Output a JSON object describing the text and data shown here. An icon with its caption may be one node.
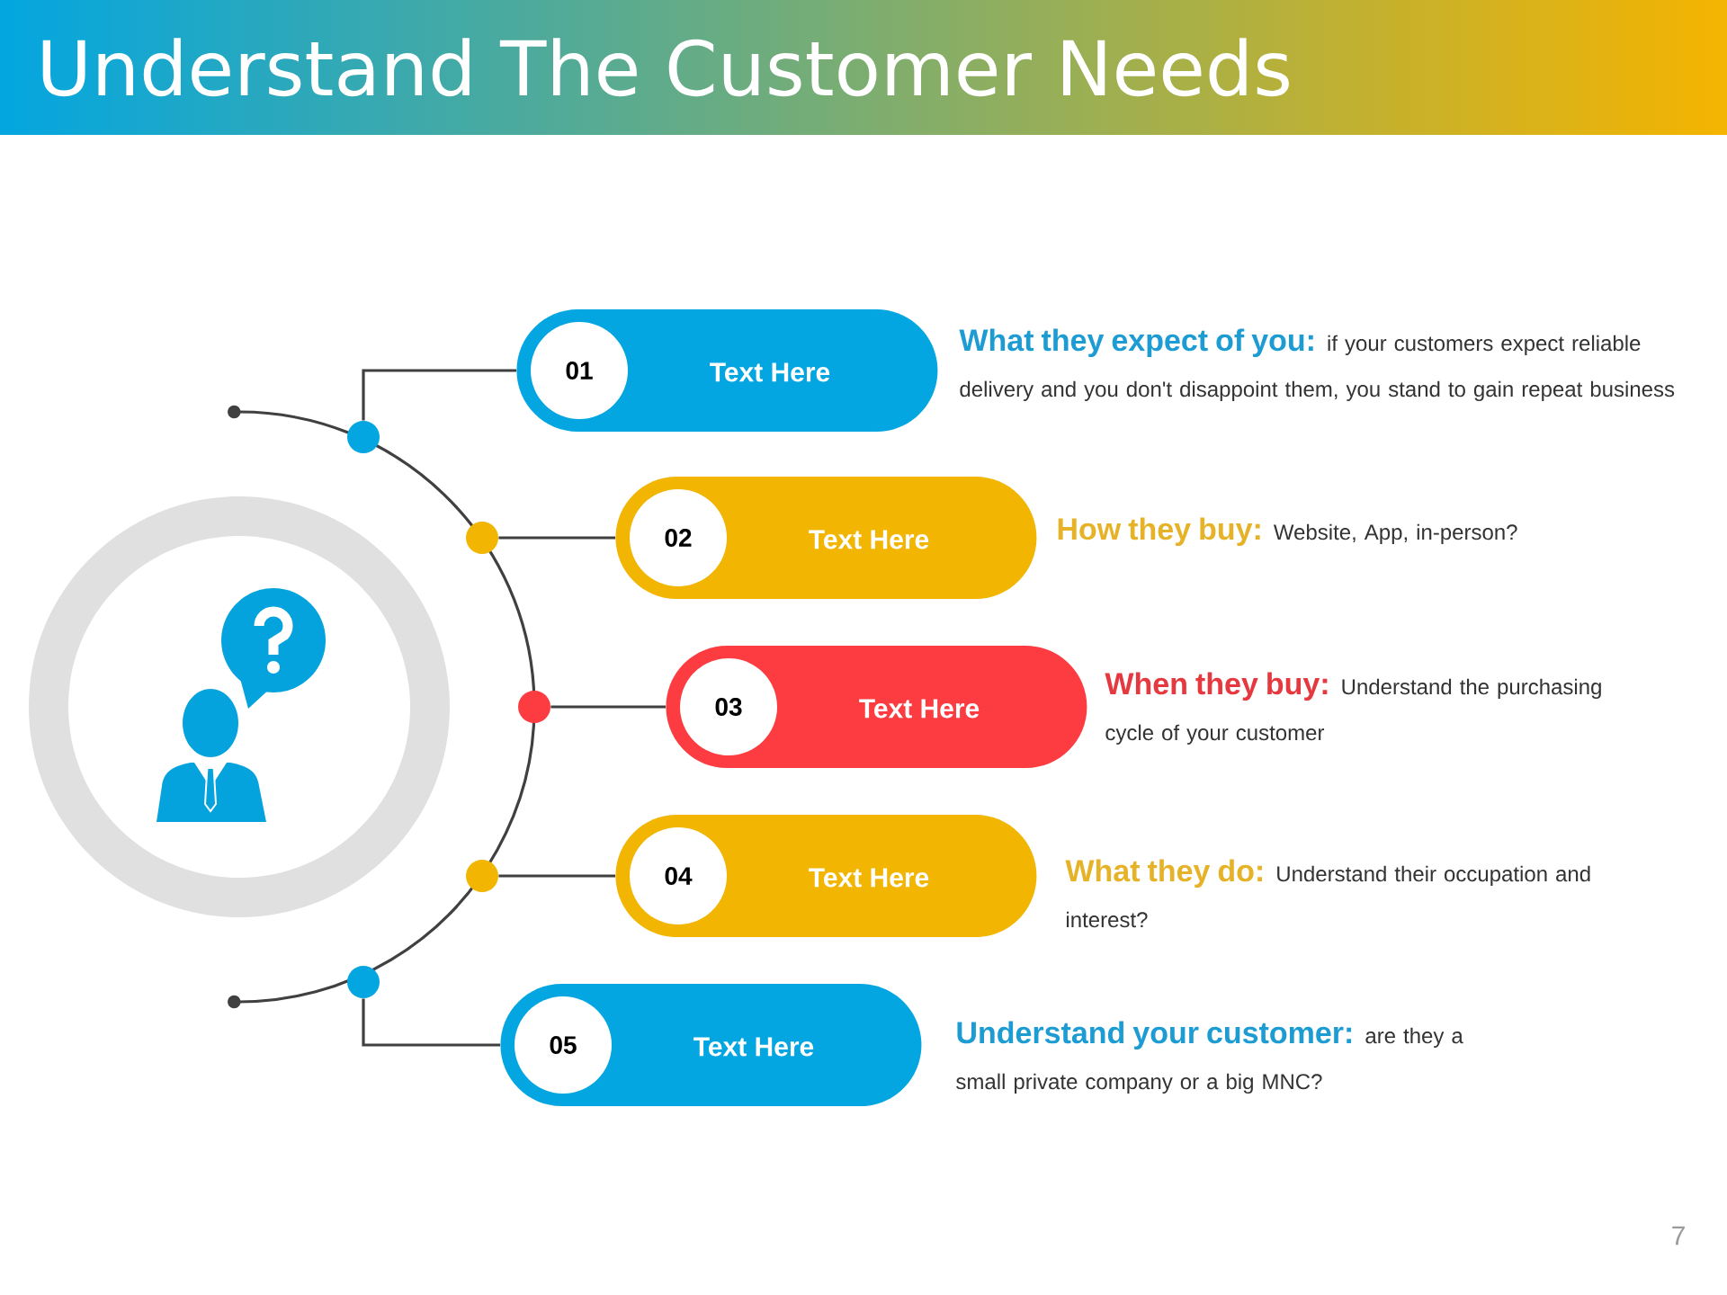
{
  "diagram": {
    "title": "Understand The Customer Needs",
    "nodes": [
      {
        "text": [],
        "shape": "circle"
      },
      {
        "text": [
          "Text Here"
        ],
        "beside": [
          "What they expect of you:",
          "if your customers expect reliable delivery and you don't disappoint them, you stand to gain repeat business"
        ]
      },
      {
        "text": [
          "01"
        ],
        "in": 1
      },
      {
        "text": [],
        "shape": "circle"
      },
      {
        "text": [
          "Text Here"
        ],
        "beside": [
          "How they buy:",
          "Website, App, in-person?"
        ]
      },
      {
        "text": [
          "02"
        ],
        "in": 4
      },
      {
        "text": [],
        "shape": "circle"
      },
      {
        "text": [
          "Text Here"
        ],
        "beside": [
          "When they buy:",
          "Understand the purchasing cycle of your customer"
        ]
      },
      {
        "text": [
          "03"
        ],
        "in": 7
      },
      {
        "text": [],
        "shape": "circle"
      },
      {
        "text": [
          "Text Here"
        ],
        "beside": [
          "What they do:",
          "Understand their occupation and interest?"
        ]
      },
      {
        "text": [
          "04"
        ],
        "in": 10
      },
      {
        "text": [],
        "shape": "circle"
      },
      {
        "text": [
          "Text Here"
        ],
        "beside": [
          "Understand your customer:",
          "are they a small private company or a big MNC?"
        ]
      },
      {
        "text": [
          "05"
        ],
        "in": 13
      }
    ],
    "edges": [
      {
        "from": 0,
        "to": 1,
        "arrow": "none"
      },
      {
        "from": 3,
        "to": 4,
        "arrow": "none"
      },
      {
        "from": 6,
        "to": 7,
        "arrow": "none"
      },
      {
        "from": 9,
        "to": 10,
        "arrow": "none"
      },
      {
        "from": 12,
        "to": 13,
        "arrow": "none"
      }
    ],
    "labels": [
      "7"
    ]
  }
}
